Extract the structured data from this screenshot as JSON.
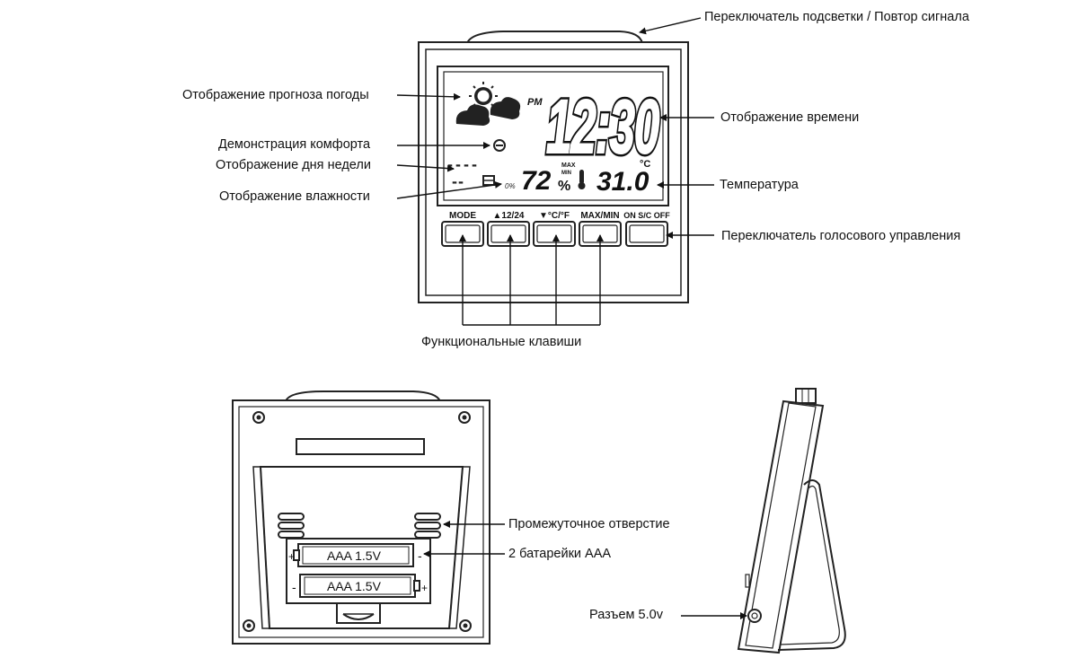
{
  "labels": {
    "backlight": "Переключатель подсветки / Повтор сигнала",
    "forecast": "Отображение прогноза погоды",
    "time": "Отображение времени",
    "comfort": "Демонстрация комфорта",
    "weekday": "Отображение дня недели",
    "temperature": "Температура",
    "humidity": "Отображение влажности",
    "voice": "Переключатель голосового управления",
    "function_keys": "Функциональные клавиши",
    "vent": "Промежуточное отверстие",
    "batteries": "2 батарейки ААА",
    "port": "Разъем 5.0v"
  },
  "lcd": {
    "pm": "PM",
    "time": "12:30",
    "humidity_value": "72",
    "humidity_unit": "%",
    "max": "MAX",
    "min": "MIN",
    "temperature_value": "31.0",
    "temperature_unit": "°C",
    "weekday_dashes": "----",
    "weekday_marker": "--",
    "humidity_icon": "0%"
  },
  "buttons": [
    "MODE",
    "▲12/24",
    "▼°C/°F",
    "MAX/MIN",
    "ON S/C OFF"
  ],
  "battery": {
    "label": "AAA  1.5V",
    "plus": "+",
    "minus": "-"
  },
  "icons": {
    "forecast": "sun-cloud-icon",
    "comfort": "smiley-icon",
    "thermometer": "thermometer-icon"
  }
}
